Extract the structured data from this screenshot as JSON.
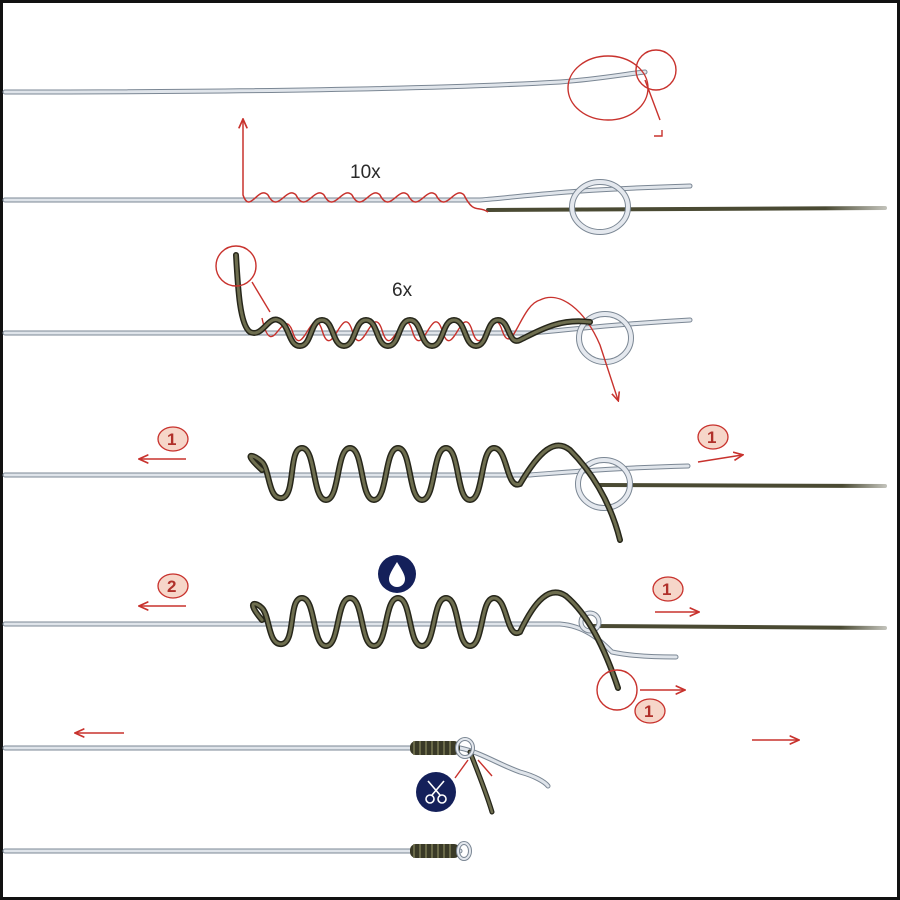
{
  "colors": {
    "light_line": "#c9d0da",
    "light_line_edge": "#7b8794",
    "dark_line": "#4a4a33",
    "dark_line_edge": "#26261a",
    "red": "#c8322d",
    "badge_fill": "#f6d6c9",
    "icon_fill": "#14205a",
    "icon_glyph": "#ffffff"
  },
  "steps": [
    {
      "id": "step-1",
      "labels": []
    },
    {
      "id": "step-2",
      "labels": [
        {
          "text": "10x"
        }
      ]
    },
    {
      "id": "step-3",
      "labels": [
        {
          "text": "6x"
        }
      ]
    },
    {
      "id": "step-4",
      "badges": [
        {
          "text": "1"
        },
        {
          "text": "1"
        }
      ]
    },
    {
      "id": "step-5",
      "badges": [
        {
          "text": "2"
        },
        {
          "text": "1"
        },
        {
          "text": "1"
        }
      ],
      "icon": "water-drop-icon"
    },
    {
      "id": "step-6",
      "icon": "scissors-icon"
    },
    {
      "id": "step-7"
    }
  ]
}
